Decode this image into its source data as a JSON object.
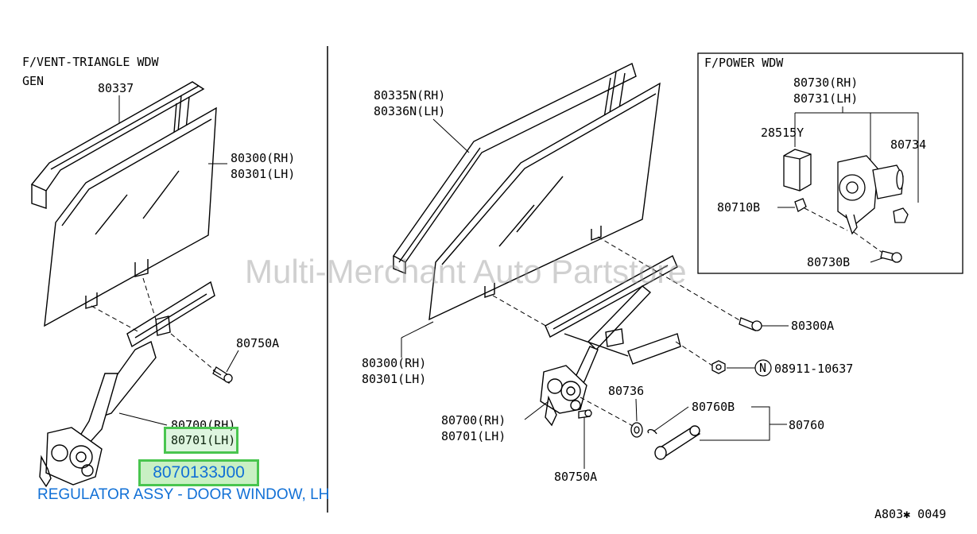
{
  "left_panel": {
    "header_line1": "F/VENT-TRIANGLE WDW",
    "header_line2": "GEN",
    "labels": {
      "l80337": "80337",
      "l80300": "80300(RH)",
      "l80301": "80301(LH)",
      "l80750a": "80750A",
      "l80700": "80700(RH)",
      "l80701": "80701(LH)"
    }
  },
  "right_panel": {
    "labels": {
      "l80335n": "80335N(RH)",
      "l80336n": "80336N(LH)",
      "l80300": "80300(RH)",
      "l80301": "80301(LH)",
      "l80300a": "80300A",
      "l08911": "08911-10637",
      "l08911_circle": "N",
      "l80736": "80736",
      "l80760b": "80760B",
      "l80760": "80760",
      "l80700": "80700(RH)",
      "l80701": "80701(LH)",
      "l80750a": "80750A"
    }
  },
  "inset": {
    "title": "F/POWER WDW",
    "labels": {
      "l80730": "80730(RH)",
      "l80731": "80731(LH)",
      "l28515y": "28515Y",
      "l80734": "80734",
      "l80710b": "80710B",
      "l80730b": "80730B"
    }
  },
  "selected_part": {
    "number": "8070133J00",
    "description": "REGULATOR ASSY - DOOR WINDOW, LH"
  },
  "diagram_code": "A803✱ 0049",
  "watermark": "Multi-Merchant Auto Partstore",
  "colors": {
    "highlight": "#49c54f",
    "part_text": "#1170d6"
  }
}
